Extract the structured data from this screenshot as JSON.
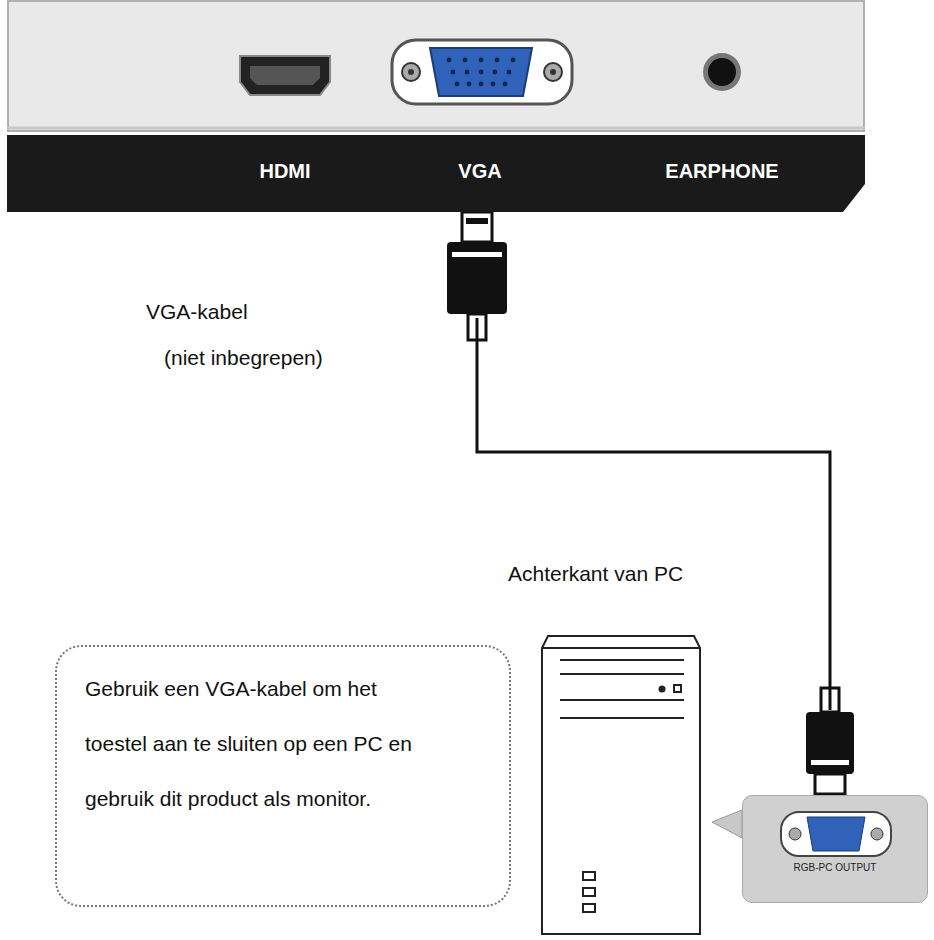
{
  "diagram": {
    "nodes": [
      {
        "text": [
          "HDMI",
          "VGA",
          "EARPHONE"
        ]
      },
      {
        "text": [
          "Gebruik een VGA-kabel om het toestel aan te sluiten op een PC en gebruik dit product als monitor."
        ]
      },
      {
        "text": [
          "RGB-PC OUTPUT"
        ]
      }
    ],
    "edges": [
      {
        "from": 0,
        "to": 2,
        "arrow": "none"
      }
    ],
    "labels": [
      "VGA-kabel",
      "(niet inbegrepen)",
      "Achterkant van PC"
    ]
  }
}
